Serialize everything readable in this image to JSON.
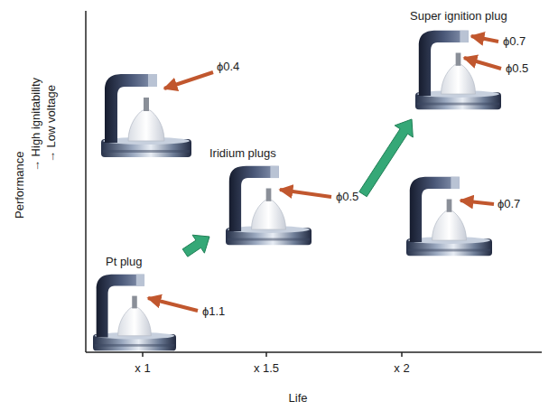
{
  "diagram": {
    "nodes": [
      {
        "text": [
          "Pt plug",
          "ϕ1.1"
        ]
      },
      {
        "text": [
          "Iridium plugs",
          "ϕ0.5"
        ]
      },
      {
        "text": [
          "Super ignition plug",
          "ϕ0.7",
          "ϕ0.5"
        ]
      }
    ],
    "edges": [
      {
        "from": 0,
        "to": 1,
        "arrow": "to"
      },
      {
        "from": 1,
        "to": 2,
        "arrow": "to"
      }
    ],
    "labels": [
      "Performance",
      "→ High ignitability",
      "→ Low voltage",
      "ϕ0.4",
      "ϕ0.7",
      "x 1",
      "x 1.5",
      "x 2",
      "Life"
    ]
  }
}
